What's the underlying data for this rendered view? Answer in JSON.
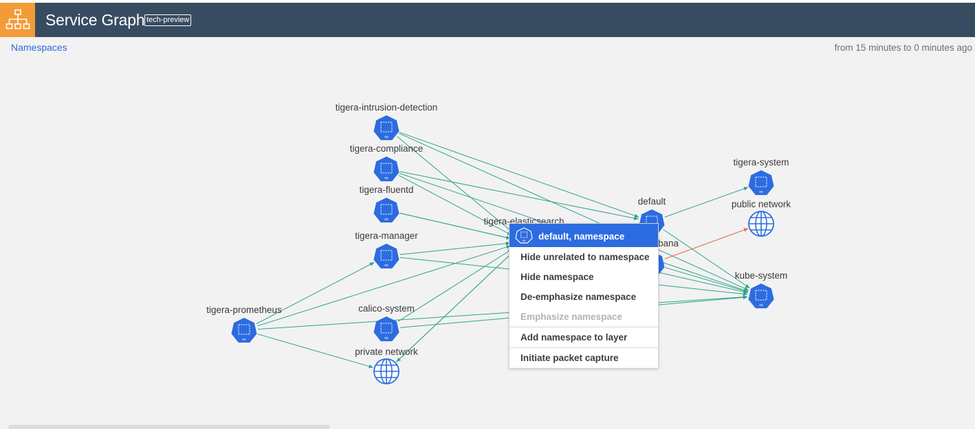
{
  "header": {
    "title": "Service Graph",
    "badge": "tech-preview",
    "logo_icon": "hierarchy-icon",
    "bg_color": "#384c61",
    "logo_color": "#f29c38"
  },
  "breadcrumb": {
    "label": "Namespaces"
  },
  "time_range": {
    "label": "from 15 minutes to 0 minutes ago"
  },
  "graph": {
    "node_color": "#2c6ce0",
    "edge_color": "#2ea38a",
    "denied_edge_color": "#e8654b",
    "nodes": [
      {
        "id": "tigera-intrusion-detection",
        "label": "tigera-intrusion-detection",
        "type": "namespace",
        "icon": "ns"
      },
      {
        "id": "tigera-compliance",
        "label": "tigera-compliance",
        "type": "namespace",
        "icon": "ns"
      },
      {
        "id": "tigera-fluentd",
        "label": "tigera-fluentd",
        "type": "namespace",
        "icon": "ns"
      },
      {
        "id": "tigera-manager",
        "label": "tigera-manager",
        "type": "namespace",
        "icon": "ns"
      },
      {
        "id": "tigera-prometheus",
        "label": "tigera-prometheus",
        "type": "namespace",
        "icon": "ns"
      },
      {
        "id": "calico-system",
        "label": "calico-system",
        "type": "namespace",
        "icon": "ns"
      },
      {
        "id": "private-network",
        "label": "private network",
        "type": "network"
      },
      {
        "id": "tigera-elasticsearch",
        "label": "tigera-elasticsearch",
        "type": "namespace",
        "icon": "ns"
      },
      {
        "id": "default",
        "label": "default",
        "type": "namespace",
        "icon": "ns"
      },
      {
        "id": "tigera-kibana",
        "label": "tigera-kibana",
        "type": "namespace",
        "icon": "ns"
      },
      {
        "id": "tigera-system",
        "label": "tigera-system",
        "type": "namespace",
        "icon": "ns"
      },
      {
        "id": "public-network",
        "label": "public network",
        "type": "network"
      },
      {
        "id": "kube-system",
        "label": "kube-system",
        "type": "namespace",
        "icon": "ns"
      }
    ],
    "edges": [
      {
        "from": "tigera-intrusion-detection",
        "to": "default"
      },
      {
        "from": "tigera-intrusion-detection",
        "to": "tigera-elasticsearch"
      },
      {
        "from": "tigera-intrusion-detection",
        "to": "kube-system"
      },
      {
        "from": "tigera-compliance",
        "to": "default"
      },
      {
        "from": "tigera-compliance",
        "to": "tigera-elasticsearch"
      },
      {
        "from": "tigera-compliance",
        "to": "kube-system"
      },
      {
        "from": "tigera-fluentd",
        "to": "tigera-elasticsearch"
      },
      {
        "from": "tigera-fluentd",
        "to": "kube-system"
      },
      {
        "from": "tigera-manager",
        "to": "tigera-elasticsearch"
      },
      {
        "from": "tigera-manager",
        "to": "kube-system"
      },
      {
        "from": "tigera-prometheus",
        "to": "tigera-manager"
      },
      {
        "from": "tigera-prometheus",
        "to": "private-network"
      },
      {
        "from": "tigera-prometheus",
        "to": "tigera-elasticsearch"
      },
      {
        "from": "tigera-prometheus",
        "to": "kube-system"
      },
      {
        "from": "calico-system",
        "to": "tigera-elasticsearch"
      },
      {
        "from": "calico-system",
        "to": "kube-system"
      },
      {
        "from": "private-network",
        "to": "tigera-elasticsearch"
      },
      {
        "from": "tigera-elasticsearch",
        "to": "private-network"
      },
      {
        "from": "default",
        "to": "tigera-system"
      },
      {
        "from": "default",
        "to": "kube-system"
      },
      {
        "from": "tigera-kibana",
        "to": "public-network",
        "denied": true
      },
      {
        "from": "tigera-kibana",
        "to": "kube-system"
      }
    ]
  },
  "context_menu": {
    "title": "default, namespace",
    "title_icon": "ns",
    "items": [
      {
        "label": "Hide unrelated to namespace",
        "enabled": true
      },
      {
        "label": "Hide namespace",
        "enabled": true
      },
      {
        "label": "De-emphasize namespace",
        "enabled": true
      },
      {
        "label": "Emphasize namespace",
        "enabled": false
      },
      {
        "label": "Add namespace to layer",
        "enabled": true
      },
      {
        "label": "Initiate packet capture",
        "enabled": true
      }
    ]
  }
}
